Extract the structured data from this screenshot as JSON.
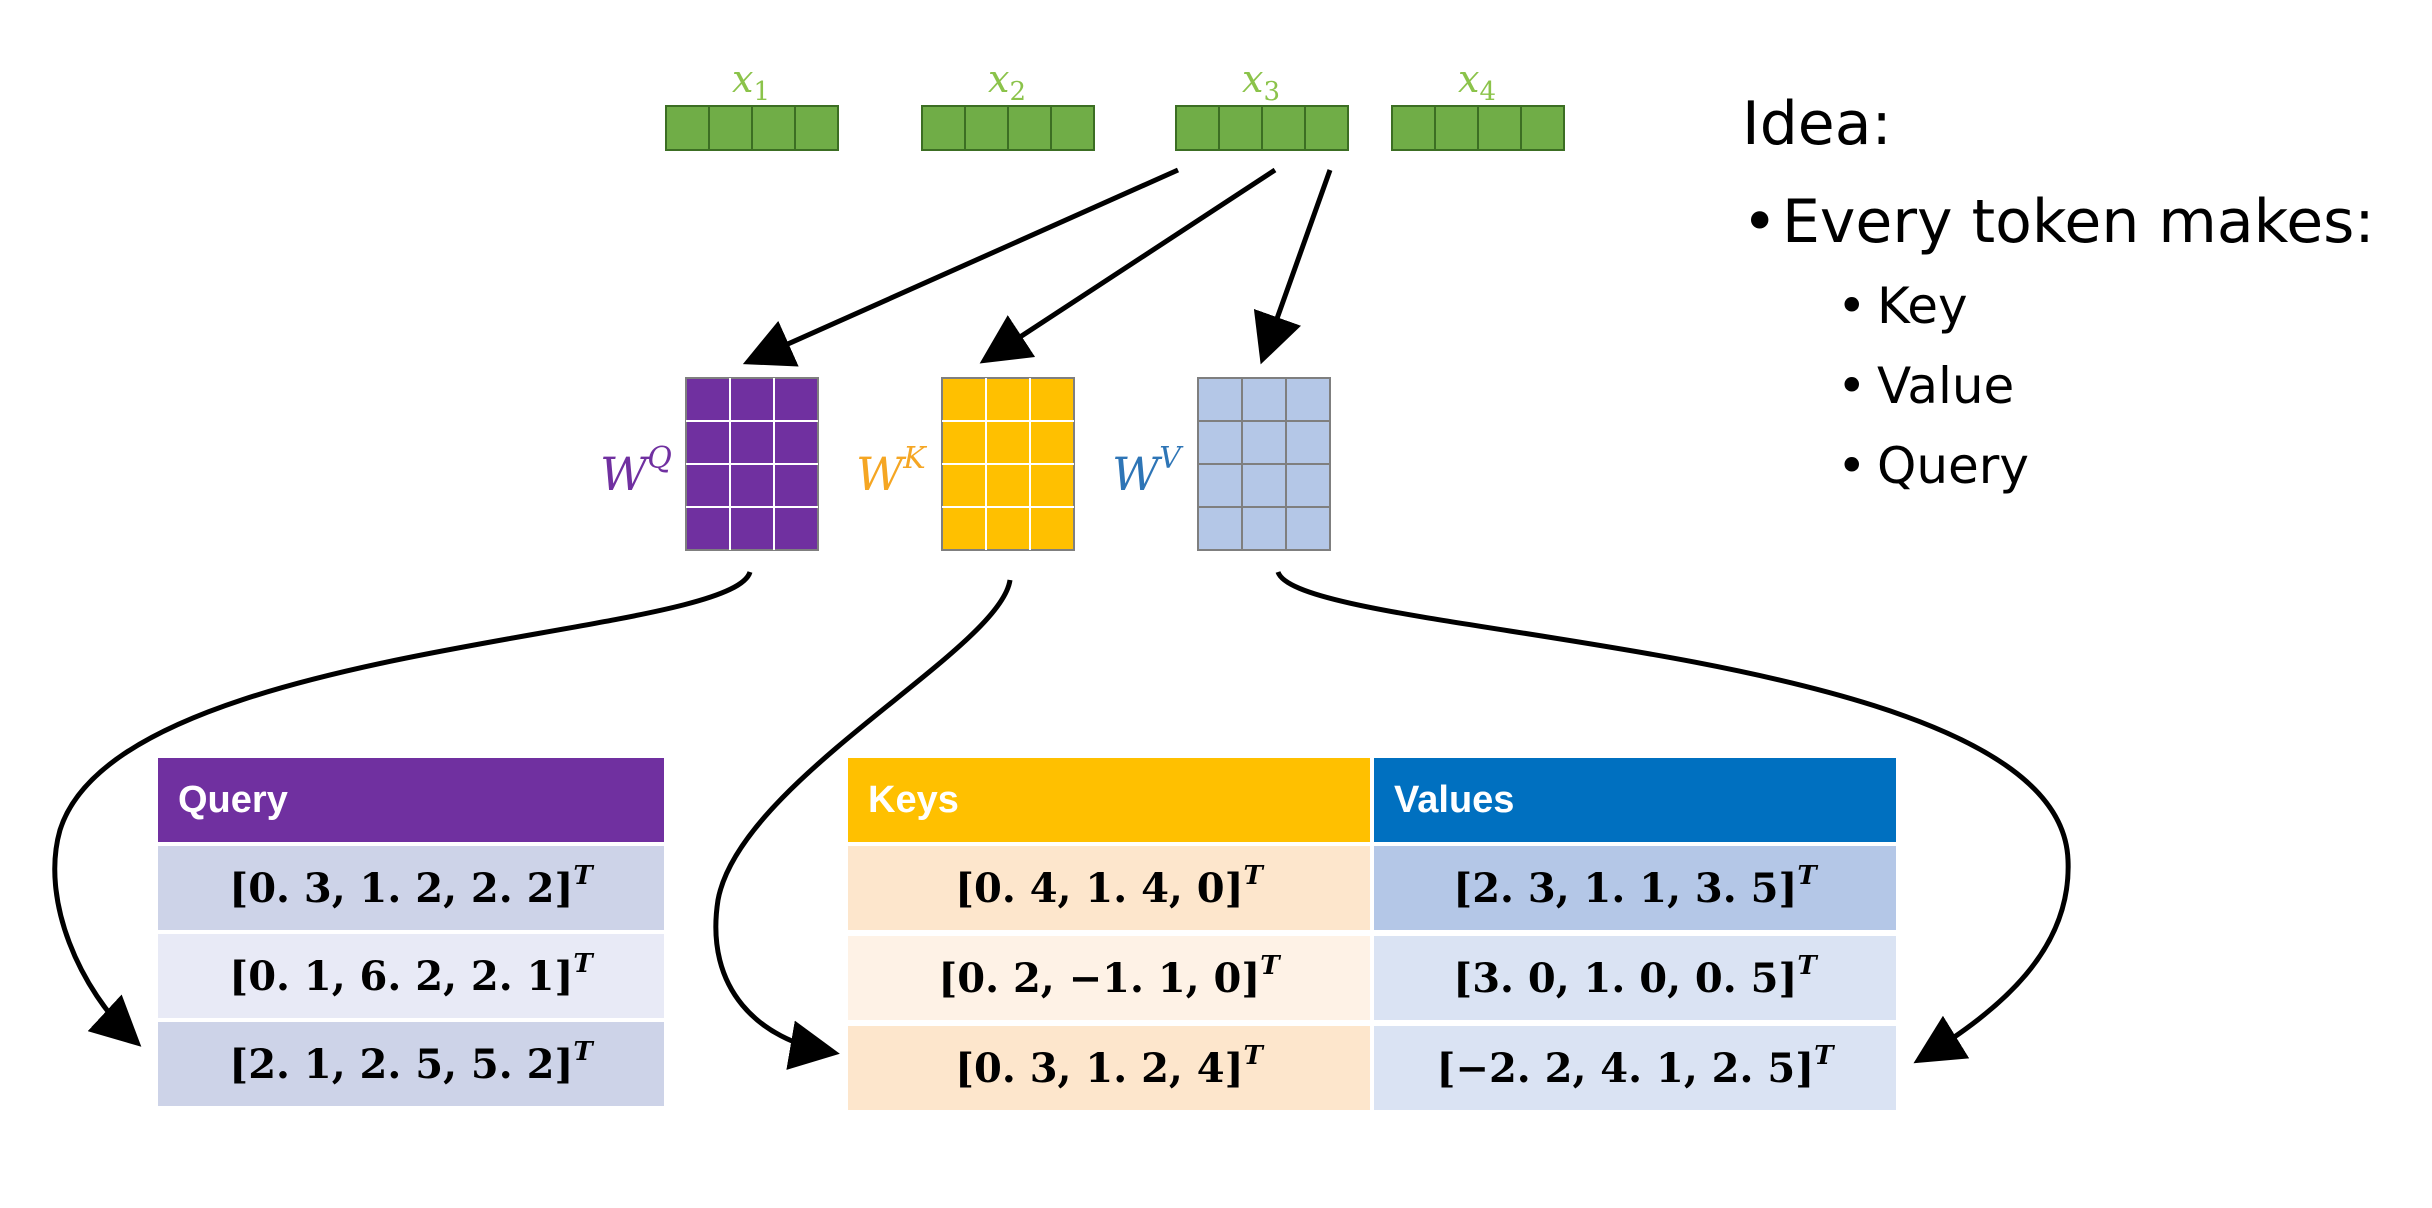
{
  "tokens": [
    {
      "base": "x",
      "sub": "1"
    },
    {
      "base": "x",
      "sub": "2"
    },
    {
      "base": "x",
      "sub": "3"
    },
    {
      "base": "x",
      "sub": "4"
    }
  ],
  "weights": [
    {
      "base": "W",
      "sup": "Q",
      "color": "#7030A0",
      "fill": "#7030A0",
      "grid": "#ffffff"
    },
    {
      "base": "W",
      "sup": "K",
      "color": "#F5A623",
      "fill": "#FFC000",
      "grid": "#ffffff"
    },
    {
      "base": "W",
      "sup": "V",
      "color": "#2E75B6",
      "fill": "#B4C7E7",
      "grid": "#7F7F7F"
    }
  ],
  "idea": {
    "title": "Idea:",
    "bullet": "Every token makes:",
    "sub_bullets": [
      "Key",
      "Value",
      "Query"
    ]
  },
  "query_table": {
    "header": "Query",
    "rows": [
      "[0. 3, 1. 2, 2. 2]",
      "[0. 1, 6. 2, 2. 1]",
      "[2. 1, 2. 5, 5. 2]"
    ],
    "sup": "T"
  },
  "kv_table": {
    "keys_header": "Keys",
    "values_header": "Values",
    "keys": [
      "[0. 4, 1. 4, 0]",
      "[0. 2, −1. 1, 0]",
      "[0. 3, 1. 2, 4]"
    ],
    "values": [
      "[2. 3, 1. 1, 3. 5]",
      "[3. 0, 1. 0, 0. 5]",
      "[−2. 2, 4. 1, 2. 5]"
    ],
    "sup": "T"
  },
  "colors": {
    "token_fill": "#70AD47",
    "token_stroke": "#3C6E23",
    "token_label": "#8BC34A",
    "query_header": "#7030A0",
    "keys_header": "#FFC000",
    "values_header": "#0070C0",
    "query_row_dark": "#CDD3E8",
    "query_row_light": "#E8EAF6",
    "keys_row_dark": "#FDE6CC",
    "keys_row_light": "#FEF2E6",
    "values_row_dark": "#B4C7E7",
    "values_row_light": "#DAE3F3"
  }
}
